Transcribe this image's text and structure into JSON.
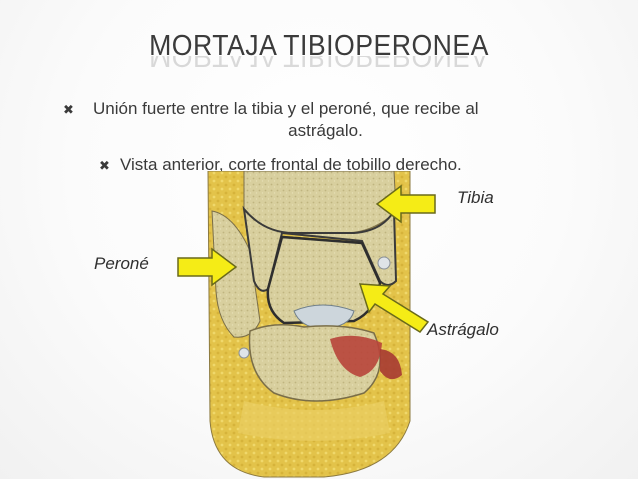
{
  "slide": {
    "title": "MORTAJA TIBIOPERONEA",
    "bullets": [
      {
        "text_line1": "Unión fuerte entre la tibia y el peroné, que recibe al",
        "text_line2": "astrágalo.",
        "marker_icon": "x-bullet-icon"
      },
      {
        "text": "Vista anterior, corte frontal de tobillo derecho.",
        "marker_icon": "x-bullet-icon"
      }
    ],
    "labels": {
      "tibia": "Tibia",
      "perone": "Peroné",
      "astragalo": "Astrágalo"
    },
    "colors": {
      "arrow_fill": "#f5ec16",
      "arrow_stroke": "#6a6a1a",
      "title": "#3b3b3b",
      "text": "#3a3a3a"
    }
  }
}
